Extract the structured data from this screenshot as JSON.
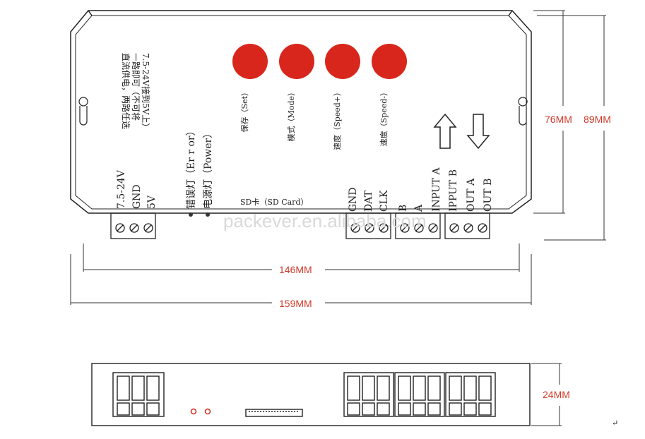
{
  "power": {
    "notes": [
      "直流供电，两路任选",
      "一路即可（不可将",
      "7.5-24V接到5V上）"
    ],
    "terminals": [
      "7.5-24V",
      "GND",
      "5V"
    ]
  },
  "leds": {
    "error": "错误灯（Er r or）",
    "power": "电源灯（Power）"
  },
  "buttons": [
    {
      "label": "保存（Set）",
      "color": "#d9261c"
    },
    {
      "label": "模式（Mode）",
      "color": "#d9261c"
    },
    {
      "label": "速度（Speed+）",
      "color": "#d9261c"
    },
    {
      "label": "速度（Speed-）",
      "color": "#d9261c"
    }
  ],
  "sd_card": "SD卡（SD Card）",
  "terminals": {
    "sd": [
      "GND",
      "DAT",
      "CLK"
    ],
    "input": [
      "B",
      "A",
      "INPUT A",
      "IPPUT B"
    ],
    "output": [
      "OUT A",
      "OUT B"
    ]
  },
  "arrows": [
    "arrow-up-icon",
    "arrow-down-icon"
  ],
  "dimensions": {
    "height_inner": "76MM",
    "height_outer": "89MM",
    "width_inner": "146MM",
    "width_outer": "159MM",
    "depth": "24MM"
  },
  "watermark": "packever.en.alibaba.com",
  "return_mark": "↵"
}
